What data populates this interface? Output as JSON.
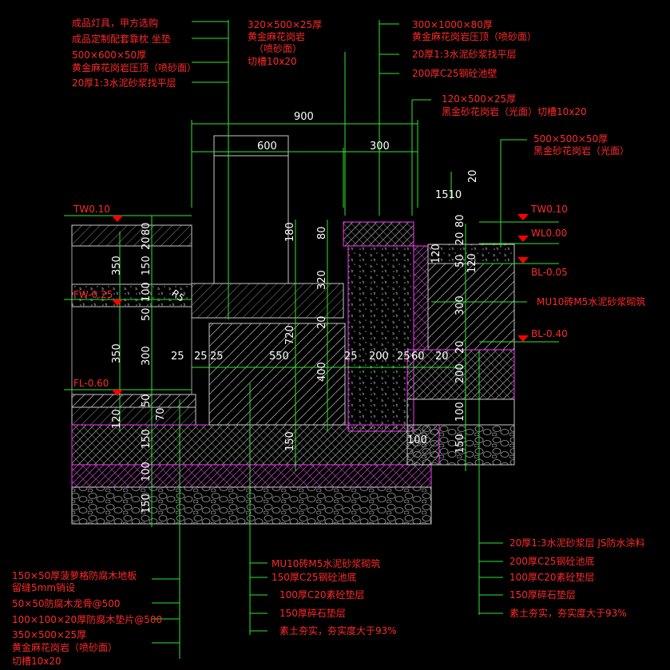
{
  "colors": {
    "background": "#000000",
    "dimension": "#2ee82e",
    "annotation": "#ff2a2a",
    "structure": "#ff33ff",
    "hatch": "#c8c8c8",
    "level_marker": "#ff0000",
    "magenta_text": "#ff3cff"
  },
  "notes_top_left": [
    "成品灯具，甲方选购",
    "成品定制配套靠枕 坐垫",
    "500×600×50厚",
    "黄金麻花岗岩压顶（喷砂面）",
    "20厚1:3水泥砂浆找平层"
  ],
  "notes_top_mid": [
    "320×500×25厚",
    "黄金麻花岗岩",
    "（喷砂面）",
    "切槽10x20"
  ],
  "notes_top_right": [
    "300×1000×80厚",
    "黄金麻花岗岩压顶（喷砂面）",
    "20厚1:3水泥砂浆找平层",
    "200厚C25钢砼池壁"
  ],
  "notes_right_1": [
    "120×500×25厚",
    "黑金砂花岗岩（光面）切槽10x20"
  ],
  "notes_right_2": [
    "500×500×50厚",
    "黑金砂花岗岩（光面）"
  ],
  "note_wall": "MU10砖M5水泥砂浆砌筑",
  "notes_bottom_left": [
    "150×50厚菠萝格防腐木地板",
    "留缝5mm销设",
    "50×50防腐木龙骨@500",
    "100×100×20厚防腐木垫片@500",
    "350×500×25厚",
    "黄金麻花岗岩（喷砂面）",
    "切槽10x20"
  ],
  "notes_bottom_mid": [
    "MU10砖M5水泥砂浆砌筑",
    "150厚C25钢砼池底",
    "100厚C20素砼垫层",
    "150厚碎石垫层",
    "素土夯实，夯实度大于93%"
  ],
  "notes_bottom_right": [
    "20厚1:3水泥砂浆层  JS防水涂料",
    "200厚C25钢砼池底",
    "100厚C20素砼垫层",
    "150厚碎石垫层",
    "素土夯实，夯实度大于93%"
  ],
  "levels": {
    "tw_left": "TW0.10",
    "fw": "FW-0.25",
    "fl": "FL-0.60",
    "tw_right": "TW0.10",
    "wl": "WL0.00",
    "bl1": "BL-0.05",
    "bl2": "BL-0.40"
  },
  "radius_label": "R5",
  "dims": {
    "d900": "900",
    "d600": "600",
    "d300": "300",
    "d20_top": "20",
    "d1510": "1510",
    "h80": "80",
    "h20": "20",
    "h150": "150",
    "h100": "100",
    "h50": "50",
    "h300": "300",
    "h350a": "350",
    "h350b": "350",
    "h50b": "50",
    "h120": "120",
    "h70": "70",
    "h150b": "150",
    "h100b": "100",
    "h150c": "150",
    "h180": "180",
    "h80b": "80",
    "h320": "320",
    "h20b": "20",
    "h720": "720",
    "h400": "400",
    "h150d": "150",
    "w25a": "25",
    "w25b": "25",
    "w25c": "25",
    "w550": "550",
    "w25d": "25",
    "w200": "200",
    "w25e": "25",
    "w60": "60",
    "w20": "20",
    "h120r": "120",
    "h50r": "50",
    "h20r": "20",
    "h80r": "80",
    "h120r2": "120",
    "h300r": "300",
    "h20r2": "20",
    "h200r": "200",
    "h100r": "100",
    "h150r": "150",
    "w100r": "100"
  }
}
